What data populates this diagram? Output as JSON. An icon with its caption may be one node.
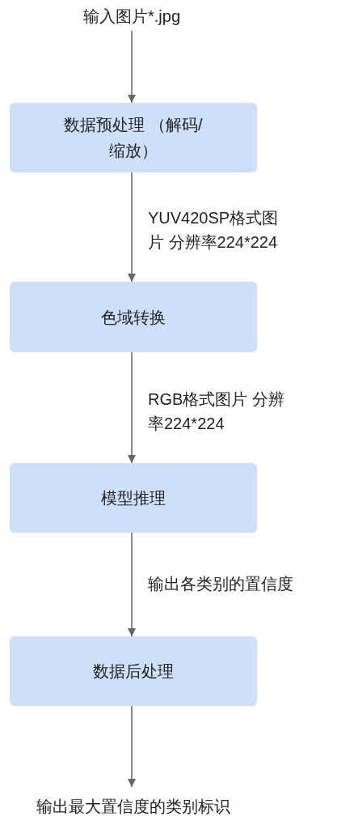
{
  "diagram": {
    "nodes": [
      {
        "text": [
          "输入图片*.jpg"
        ]
      },
      {
        "text": [
          "数据预处理 （解码/缩放）"
        ]
      },
      {
        "text": [
          "色域转换"
        ]
      },
      {
        "text": [
          "模型推理"
        ]
      },
      {
        "text": [
          "数据后处理"
        ]
      },
      {
        "text": [
          "输出最大置信度的类别标识"
        ]
      }
    ],
    "edges": [
      {
        "from": 0,
        "to": 1,
        "arrow": "to"
      },
      {
        "from": 1,
        "to": 2,
        "arrow": "to",
        "label": "YUV420SP格式图片 分辨率224*224"
      },
      {
        "from": 2,
        "to": 3,
        "arrow": "to",
        "label": "RGB格式图片 分辨率224*224"
      },
      {
        "from": 3,
        "to": 4,
        "arrow": "to",
        "label": "输出各类别的置信度"
      },
      {
        "from": 4,
        "to": 5,
        "arrow": "to"
      }
    ]
  }
}
